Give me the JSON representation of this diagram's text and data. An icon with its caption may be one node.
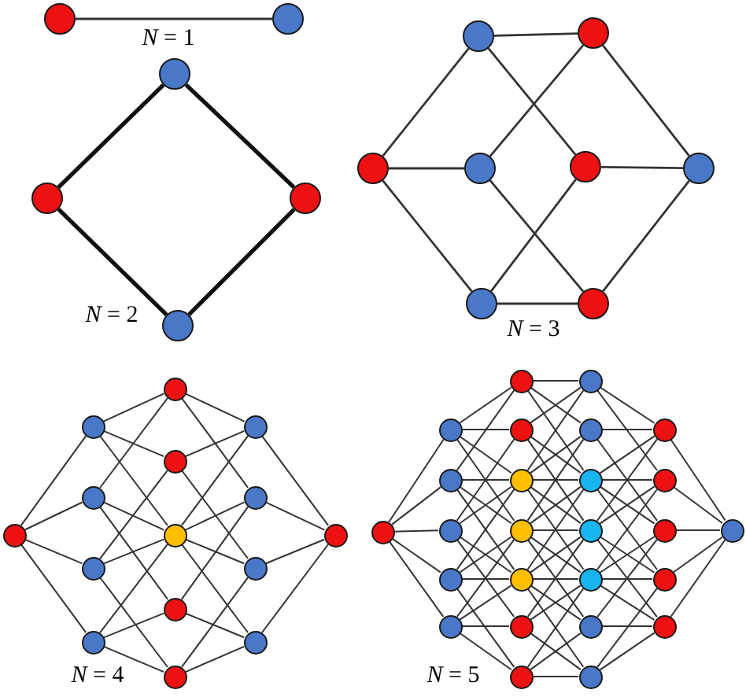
{
  "diagram": {
    "nodes": [
      {
        "text": [],
        "shape": "circle"
      },
      {
        "text": [],
        "shape": "circle"
      },
      {
        "text": [],
        "shape": "circle"
      },
      {
        "text": [],
        "shape": "circle"
      },
      {
        "text": [],
        "shape": "circle"
      },
      {
        "text": [],
        "shape": "circle"
      },
      {
        "text": [],
        "shape": "circle"
      },
      {
        "text": [],
        "shape": "circle"
      },
      {
        "text": [],
        "shape": "circle"
      },
      {
        "text": [],
        "shape": "circle"
      },
      {
        "text": [],
        "shape": "circle"
      },
      {
        "text": [],
        "shape": "circle"
      },
      {
        "text": [],
        "shape": "circle"
      },
      {
        "text": [],
        "shape": "circle"
      },
      {
        "text": [],
        "shape": "circle"
      },
      {
        "text": [],
        "shape": "circle"
      },
      {
        "text": [],
        "shape": "circle"
      },
      {
        "text": [],
        "shape": "circle"
      },
      {
        "text": [],
        "shape": "circle"
      },
      {
        "text": [],
        "shape": "circle"
      },
      {
        "text": [],
        "shape": "circle"
      },
      {
        "text": [],
        "shape": "circle"
      },
      {
        "text": [],
        "shape": "circle"
      },
      {
        "text": [],
        "shape": "circle"
      },
      {
        "text": [],
        "shape": "circle"
      },
      {
        "text": [],
        "shape": "circle"
      },
      {
        "text": [],
        "shape": "circle"
      },
      {
        "text": [],
        "shape": "circle"
      },
      {
        "text": [],
        "shape": "circle"
      },
      {
        "text": [],
        "shape": "circle"
      },
      {
        "text": [],
        "shape": "circle"
      },
      {
        "text": [],
        "shape": "circle"
      },
      {
        "text": [],
        "shape": "circle"
      },
      {
        "text": [],
        "shape": "circle"
      },
      {
        "text": [],
        "shape": "circle"
      },
      {
        "text": [],
        "shape": "circle"
      },
      {
        "text": [],
        "shape": "circle"
      },
      {
        "text": [],
        "shape": "circle"
      },
      {
        "text": [],
        "shape": "circle"
      },
      {
        "text": [],
        "shape": "circle"
      },
      {
        "text": [],
        "shape": "circle"
      },
      {
        "text": [],
        "shape": "circle"
      },
      {
        "text": [],
        "shape": "circle"
      },
      {
        "text": [],
        "shape": "circle"
      },
      {
        "text": [],
        "shape": "circle"
      },
      {
        "text": [],
        "shape": "circle"
      },
      {
        "text": [],
        "shape": "circle"
      },
      {
        "text": [],
        "shape": "circle"
      },
      {
        "text": [],
        "shape": "circle"
      },
      {
        "text": [],
        "shape": "circle"
      },
      {
        "text": [],
        "shape": "circle"
      },
      {
        "text": [],
        "shape": "circle"
      },
      {
        "text": [],
        "shape": "circle"
      },
      {
        "text": [],
        "shape": "circle"
      },
      {
        "text": [],
        "shape": "circle"
      }
    ],
    "edges": [
      {
        "from": 0,
        "to": 1,
        "arrow": "none"
      },
      {
        "from": 3,
        "to": 2,
        "arrow": "none",
        "style": "thick"
      },
      {
        "from": 2,
        "to": 4,
        "arrow": "none",
        "style": "thick"
      },
      {
        "from": 3,
        "to": 5,
        "arrow": "none",
        "style": "thick"
      },
      {
        "from": 5,
        "to": 4,
        "arrow": "none",
        "style": "thick"
      },
      {
        "from": 6,
        "to": 7,
        "arrow": "none"
      },
      {
        "from": 6,
        "to": 8,
        "arrow": "none"
      },
      {
        "from": 6,
        "to": 9,
        "arrow": "none"
      },
      {
        "from": 7,
        "to": 10,
        "arrow": "none"
      },
      {
        "from": 7,
        "to": 11,
        "arrow": "none"
      },
      {
        "from": 8,
        "to": 10,
        "arrow": "none"
      },
      {
        "from": 8,
        "to": 12,
        "arrow": "none"
      },
      {
        "from": 9,
        "to": 12,
        "arrow": "none"
      },
      {
        "from": 9,
        "to": 11,
        "arrow": "none"
      },
      {
        "from": 10,
        "to": 13,
        "arrow": "none"
      },
      {
        "from": 11,
        "to": 13,
        "arrow": "none"
      },
      {
        "from": 12,
        "to": 13,
        "arrow": "none"
      },
      {
        "from": 14,
        "to": 15,
        "arrow": "none"
      },
      {
        "from": 14,
        "to": 16,
        "arrow": "none"
      },
      {
        "from": 14,
        "to": 17,
        "arrow": "none"
      },
      {
        "from": 14,
        "to": 18,
        "arrow": "none"
      },
      {
        "from": 15,
        "to": 19,
        "arrow": "none"
      },
      {
        "from": 15,
        "to": 20,
        "arrow": "none"
      },
      {
        "from": 15,
        "to": 21,
        "arrow": "none"
      },
      {
        "from": 16,
        "to": 19,
        "arrow": "none"
      },
      {
        "from": 16,
        "to": 21,
        "arrow": "none"
      },
      {
        "from": 16,
        "to": 22,
        "arrow": "none"
      },
      {
        "from": 17,
        "to": 20,
        "arrow": "none"
      },
      {
        "from": 17,
        "to": 21,
        "arrow": "none"
      },
      {
        "from": 17,
        "to": 23,
        "arrow": "none"
      },
      {
        "from": 18,
        "to": 21,
        "arrow": "none"
      },
      {
        "from": 18,
        "to": 22,
        "arrow": "none"
      },
      {
        "from": 18,
        "to": 23,
        "arrow": "none"
      },
      {
        "from": 19,
        "to": 24,
        "arrow": "none"
      },
      {
        "from": 20,
        "to": 24,
        "arrow": "none"
      },
      {
        "from": 21,
        "to": 24,
        "arrow": "none"
      },
      {
        "from": 19,
        "to": 25,
        "arrow": "none"
      },
      {
        "from": 21,
        "to": 25,
        "arrow": "none"
      },
      {
        "from": 22,
        "to": 25,
        "arrow": "none"
      },
      {
        "from": 20,
        "to": 26,
        "arrow": "none"
      },
      {
        "from": 21,
        "to": 26,
        "arrow": "none"
      },
      {
        "from": 23,
        "to": 26,
        "arrow": "none"
      },
      {
        "from": 21,
        "to": 27,
        "arrow": "none"
      },
      {
        "from": 22,
        "to": 27,
        "arrow": "none"
      },
      {
        "from": 23,
        "to": 27,
        "arrow": "none"
      },
      {
        "from": 24,
        "to": 28,
        "arrow": "none"
      },
      {
        "from": 25,
        "to": 28,
        "arrow": "none"
      },
      {
        "from": 26,
        "to": 28,
        "arrow": "none"
      },
      {
        "from": 27,
        "to": 28,
        "arrow": "none"
      },
      {
        "from": 29,
        "to": 30,
        "arrow": "none"
      },
      {
        "from": 29,
        "to": 31,
        "arrow": "none"
      },
      {
        "from": 29,
        "to": 32,
        "arrow": "none"
      },
      {
        "from": 29,
        "to": 33,
        "arrow": "none"
      },
      {
        "from": 29,
        "to": 34,
        "arrow": "none"
      },
      {
        "from": 30,
        "to": 35,
        "arrow": "none"
      },
      {
        "from": 30,
        "to": 36,
        "arrow": "none"
      },
      {
        "from": 30,
        "to": 37,
        "arrow": "none"
      },
      {
        "from": 30,
        "to": 38,
        "arrow": "none"
      },
      {
        "from": 31,
        "to": 35,
        "arrow": "none"
      },
      {
        "from": 31,
        "to": 37,
        "arrow": "none"
      },
      {
        "from": 31,
        "to": 38,
        "arrow": "none"
      },
      {
        "from": 31,
        "to": 39,
        "arrow": "none"
      },
      {
        "from": 32,
        "to": 36,
        "arrow": "none"
      },
      {
        "from": 32,
        "to": 37,
        "arrow": "none"
      },
      {
        "from": 32,
        "to": 39,
        "arrow": "none"
      },
      {
        "from": 32,
        "to": 40,
        "arrow": "none"
      },
      {
        "from": 33,
        "to": 37,
        "arrow": "none"
      },
      {
        "from": 33,
        "to": 38,
        "arrow": "none"
      },
      {
        "from": 33,
        "to": 39,
        "arrow": "none"
      },
      {
        "from": 33,
        "to": 41,
        "arrow": "none"
      },
      {
        "from": 34,
        "to": 38,
        "arrow": "none"
      },
      {
        "from": 34,
        "to": 39,
        "arrow": "none"
      },
      {
        "from": 34,
        "to": 40,
        "arrow": "none"
      },
      {
        "from": 34,
        "to": 41,
        "arrow": "none"
      },
      {
        "from": 35,
        "to": 42,
        "arrow": "none"
      },
      {
        "from": 35,
        "to": 43,
        "arrow": "none"
      },
      {
        "from": 35,
        "to": 44,
        "arrow": "none"
      },
      {
        "from": 36,
        "to": 42,
        "arrow": "none"
      },
      {
        "from": 36,
        "to": 44,
        "arrow": "none"
      },
      {
        "from": 36,
        "to": 45,
        "arrow": "none"
      },
      {
        "from": 37,
        "to": 42,
        "arrow": "none"
      },
      {
        "from": 37,
        "to": 43,
        "arrow": "none"
      },
      {
        "from": 37,
        "to": 44,
        "arrow": "none"
      },
      {
        "from": 37,
        "to": 45,
        "arrow": "none"
      },
      {
        "from": 37,
        "to": 46,
        "arrow": "none"
      },
      {
        "from": 38,
        "to": 43,
        "arrow": "none"
      },
      {
        "from": 38,
        "to": 44,
        "arrow": "none"
      },
      {
        "from": 38,
        "to": 45,
        "arrow": "none"
      },
      {
        "from": 38,
        "to": 46,
        "arrow": "none"
      },
      {
        "from": 38,
        "to": 47,
        "arrow": "none"
      },
      {
        "from": 39,
        "to": 44,
        "arrow": "none"
      },
      {
        "from": 39,
        "to": 45,
        "arrow": "none"
      },
      {
        "from": 39,
        "to": 46,
        "arrow": "none"
      },
      {
        "from": 39,
        "to": 47,
        "arrow": "none"
      },
      {
        "from": 39,
        "to": 48,
        "arrow": "none"
      },
      {
        "from": 40,
        "to": 45,
        "arrow": "none"
      },
      {
        "from": 40,
        "to": 46,
        "arrow": "none"
      },
      {
        "from": 40,
        "to": 48,
        "arrow": "none"
      },
      {
        "from": 41,
        "to": 46,
        "arrow": "none"
      },
      {
        "from": 41,
        "to": 47,
        "arrow": "none"
      },
      {
        "from": 41,
        "to": 48,
        "arrow": "none"
      },
      {
        "from": 42,
        "to": 49,
        "arrow": "none"
      },
      {
        "from": 42,
        "to": 50,
        "arrow": "none"
      },
      {
        "from": 43,
        "to": 49,
        "arrow": "none"
      },
      {
        "from": 43,
        "to": 51,
        "arrow": "none"
      },
      {
        "from": 44,
        "to": 49,
        "arrow": "none"
      },
      {
        "from": 44,
        "to": 50,
        "arrow": "none"
      },
      {
        "from": 44,
        "to": 51,
        "arrow": "none"
      },
      {
        "from": 44,
        "to": 52,
        "arrow": "none"
      },
      {
        "from": 45,
        "to": 49,
        "arrow": "none"
      },
      {
        "from": 45,
        "to": 50,
        "arrow": "none"
      },
      {
        "from": 45,
        "to": 52,
        "arrow": "none"
      },
      {
        "from": 45,
        "to": 53,
        "arrow": "none"
      },
      {
        "from": 46,
        "to": 50,
        "arrow": "none"
      },
      {
        "from": 46,
        "to": 51,
        "arrow": "none"
      },
      {
        "from": 46,
        "to": 52,
        "arrow": "none"
      },
      {
        "from": 46,
        "to": 53,
        "arrow": "none"
      },
      {
        "from": 47,
        "to": 51,
        "arrow": "none"
      },
      {
        "from": 47,
        "to": 53,
        "arrow": "none"
      },
      {
        "from": 48,
        "to": 52,
        "arrow": "none"
      },
      {
        "from": 48,
        "to": 53,
        "arrow": "none"
      },
      {
        "from": 49,
        "to": 54,
        "arrow": "none"
      },
      {
        "from": 50,
        "to": 54,
        "arrow": "none"
      },
      {
        "from": 51,
        "to": 54,
        "arrow": "none"
      },
      {
        "from": 52,
        "to": 54,
        "arrow": "none"
      },
      {
        "from": 53,
        "to": 54,
        "arrow": "none"
      }
    ],
    "labels": [
      "*N* = 1",
      "*N* = 2",
      "*N* = 3",
      "*N* = 4",
      "*N* = 5"
    ]
  }
}
